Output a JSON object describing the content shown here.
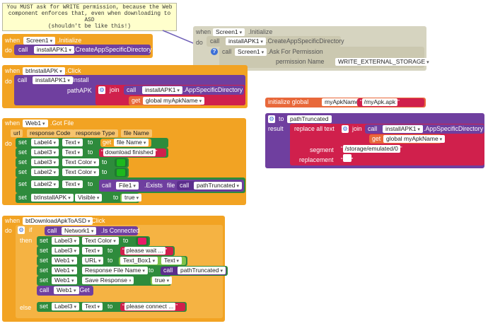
{
  "comment": "You MUST ask for WRITE permission, because the Web\ncomponent enforces that, even when downloading to ASD\n(shouldn't be like this!)",
  "kw": {
    "when": "when",
    "do": "do",
    "call": "call",
    "set": "set",
    "get": "get",
    "to": "to",
    "if": "if",
    "then": "then",
    "else": "else",
    "result": "result",
    "join": "join",
    "question": "?"
  },
  "initialize_event": {
    "component": "Screen1",
    "event": ".Initialize",
    "component2": "installAPK1",
    "method": ".CreateAppSpecificDirectory"
  },
  "disabled_init": {
    "component": "Screen1",
    "event": ".Initialize",
    "call1_component": "installAPK1",
    "call1_method": ".CreateAppSpecificDirectory",
    "call2_component": "Screen1",
    "call2_method": ".Ask For Permission",
    "param": "permission Name",
    "value": "WRITE_EXTERNAL_STORAGE"
  },
  "install_click": {
    "component": "btInstallAPK",
    "event": ".Click",
    "call_component": "installAPK1",
    "call_method": ".Install",
    "param": "pathAPK",
    "join_component": "installAPK1",
    "join_method": ".AppSpecificDirectory",
    "join_get": "global myApkName"
  },
  "global_var": {
    "label": "initialize global",
    "name": "myApkName",
    "to": "to",
    "value": "/myApk.apk"
  },
  "procedure": {
    "name": "pathTruncated",
    "replace_label": "replace all text",
    "component": "installAPK1",
    "method": ".AppSpecificDirectory",
    "get": "global myApkName",
    "segment_label": "segment",
    "segment_value": "/storage/emulated/0",
    "replacement_label": "replacement",
    "replacement_value": " "
  },
  "gotfile": {
    "component": "Web1",
    "event": ".Got File",
    "params": [
      "url",
      "response Code",
      "response Type",
      "file Name"
    ],
    "rows": [
      {
        "comp": "Label4",
        "prop": "Text",
        "value": "file Name"
      },
      {
        "comp": "Label3",
        "prop": "Text",
        "value": "download finished"
      },
      {
        "comp": "Label3",
        "prop": "Text Color"
      },
      {
        "comp": "Label2",
        "prop": "Text Color"
      },
      {
        "comp": "Label2",
        "prop": "Text",
        "method_comp": "File1",
        "method": ".Exists",
        "param": "file",
        "call": "pathTruncated"
      },
      {
        "comp": "btInstallAPK",
        "prop": "Visible",
        "value": "true"
      }
    ]
  },
  "download_click": {
    "component": "btDownloadApkToASD",
    "event": ".Click",
    "cond_component": "Network1",
    "cond_method": ".Is Connected",
    "rows": [
      {
        "comp": "Label3",
        "prop": "Text Color"
      },
      {
        "comp": "Label3",
        "prop": "Text",
        "value": "please wait ..."
      },
      {
        "comp": "Web1",
        "prop": "URL",
        "value_comp": "Text_Box1",
        "value_prop": "Text"
      },
      {
        "comp": "Web1",
        "prop": "Response File Name",
        "call": "pathTruncated"
      },
      {
        "comp": "Web1",
        "prop": "Save Response",
        "value": "true"
      }
    ],
    "get_component": "Web1",
    "get_method": ".Get",
    "else_row": {
      "comp": "Label3",
      "prop": "Text",
      "value": "please connect ..."
    }
  },
  "colors": {
    "event": "#f2a323",
    "component": "#6f3f9f",
    "setter": "#2e8b3c",
    "text": "#d0204c",
    "variable": "#e8683a",
    "disabled": "#d6d4c0",
    "swatch_green": "#1db81d",
    "swatch_pink": "#e81c68"
  }
}
